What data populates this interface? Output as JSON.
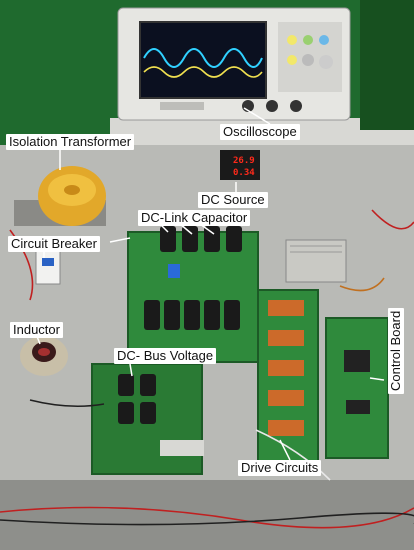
{
  "labels": {
    "oscilloscope": "Oscilloscope",
    "isolation_transformer": "Isolation Transformer",
    "dc_source": "DC Source",
    "dc_link_capacitor": "DC-Link Capacitor",
    "circuit_breaker": "Circuit Breaker",
    "inductor": "Inductor",
    "dc_bus_voltage": "DC- Bus Voltage",
    "control_board": "Control Board",
    "drive_circuits": "Drive Circuits"
  },
  "dc_source_display": {
    "voltage": "26.9",
    "current": "0.34"
  },
  "colors": {
    "label_bg": "#ffffff",
    "label_text": "#111111",
    "arrow": "#ffffff",
    "pcb_green": "#2f8a3c",
    "wall_green": "#1f6a2e"
  }
}
